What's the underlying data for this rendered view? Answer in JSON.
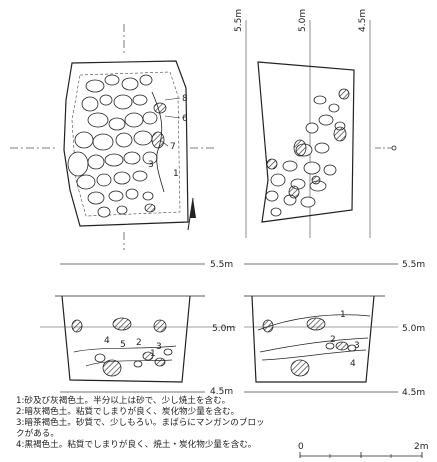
{
  "levels": {
    "plan_top_55": "5.5m",
    "plan_top_50": "5.0m",
    "plan_top_45": "4.5m",
    "mid_55_right": "5.5m",
    "mid_55_left": "5.5m",
    "sec_50_center": "5.0m",
    "sec_50_right": "5.0m",
    "sec_45_center": "4.5m",
    "sec_45_right": "4.5m"
  },
  "plan_layer_numbers": [
    "8",
    "6",
    "7",
    "3",
    "1"
  ],
  "section_left_layer_numbers": [
    "4",
    "5",
    "2",
    "3",
    "1"
  ],
  "section_right_layer_numbers": [
    "1",
    "2",
    "3",
    "4"
  ],
  "legend": [
    "1:砂及び灰褐色土。半分以上は砂で、少し焼土を含む。",
    "2:暗灰褐色土。粘質でしまりが良く、炭化物少量を含む。",
    "3:暗茶褐色土。砂質で、少しもろい。まばらにマンガンのブロッ",
    "クがある。",
    "4:黒褐色土。粘質でしまりが良く、焼土・炭化物少量を含む。"
  ],
  "scale": {
    "start": "0",
    "end": "2m"
  }
}
